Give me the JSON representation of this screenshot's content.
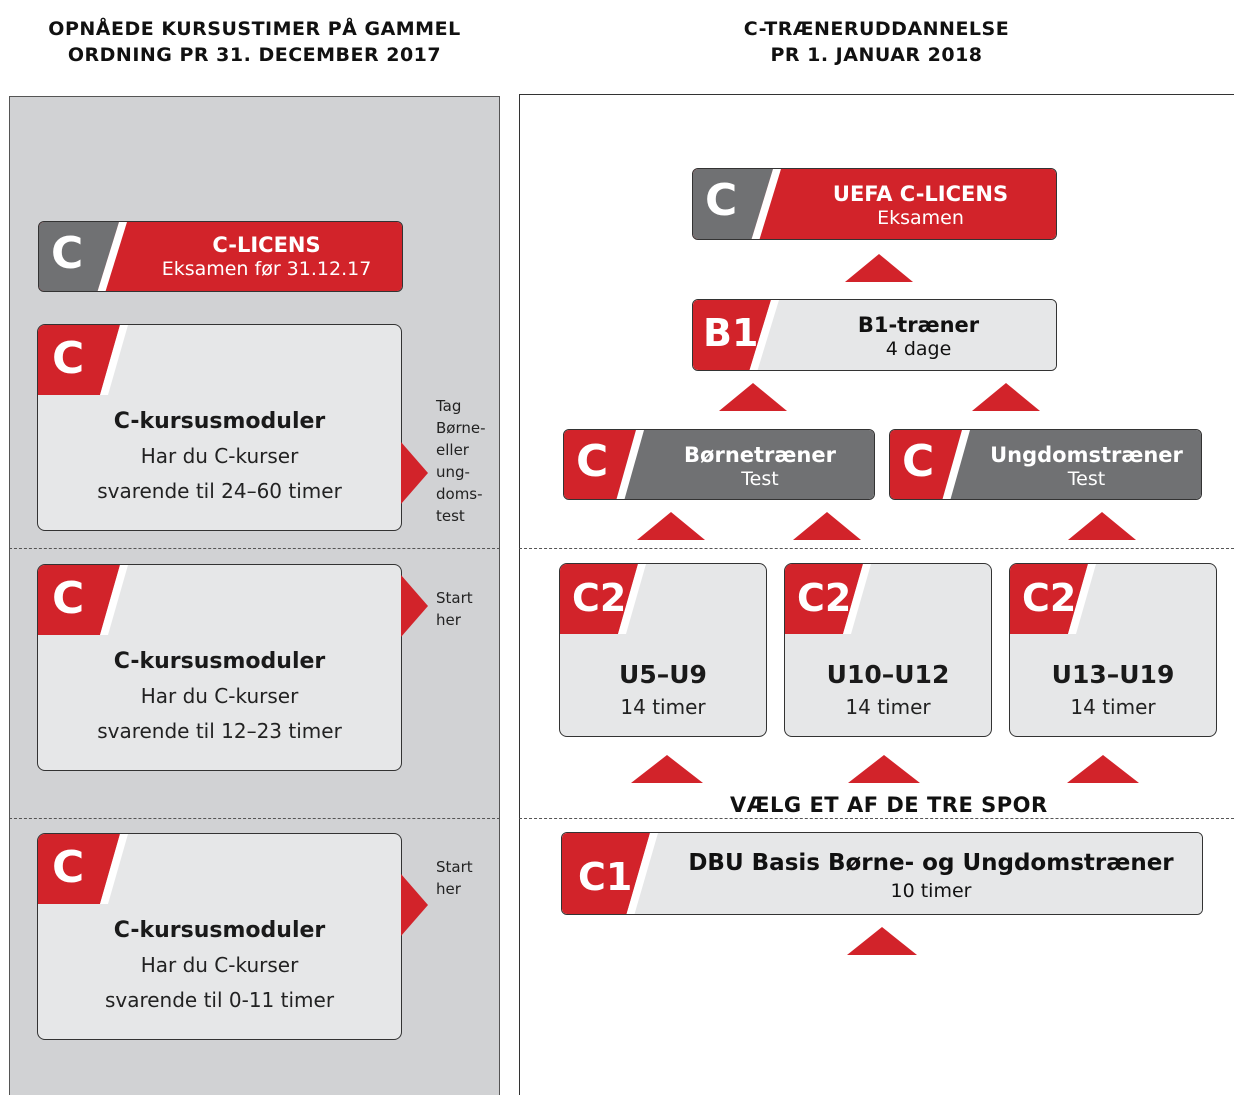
{
  "headings": {
    "left": [
      "OPNÅEDE KURSUSTIMER PÅ GAMMEL",
      "ORDNING PR 31. DECEMBER 2017"
    ],
    "right": [
      "C-TRÆNERUDDANNELSE",
      "PR 1. JANUAR 2018"
    ]
  },
  "left": {
    "license": {
      "badge": "C",
      "title": "C-LICENS",
      "subtitle": "Eksamen før 31.12.17"
    },
    "modules": [
      {
        "badge": "C",
        "title": "C-kursusmoduler",
        "line1": "Har du C-kurser",
        "line2": "svarende til 24–60 timer",
        "note": [
          "Tag",
          "Børne-",
          "eller",
          "ung-",
          "doms-",
          "test"
        ]
      },
      {
        "badge": "C",
        "title": "C-kursusmoduler",
        "line1": "Har du C-kurser",
        "line2": "svarende til 12–23 timer",
        "note": [
          "Start",
          "her"
        ]
      },
      {
        "badge": "C",
        "title": "C-kursusmoduler",
        "line1": "Har du C-kurser",
        "line2": "svarende til 0-11 timer",
        "note": [
          "Start",
          "her"
        ]
      }
    ]
  },
  "right": {
    "uefa": {
      "badge": "C",
      "title": "UEFA C-LICENS",
      "subtitle": "Eksamen"
    },
    "b1": {
      "badge": "B1",
      "title": "B1-træner",
      "subtitle": "4 dage"
    },
    "tests": [
      {
        "badge": "C",
        "title": "Børnetræner",
        "subtitle": "Test"
      },
      {
        "badge": "C",
        "title": "Ungdomstræner",
        "subtitle": "Test"
      }
    ],
    "c2": [
      {
        "badge": "C2",
        "title": "U5–U9",
        "subtitle": "14 timer"
      },
      {
        "badge": "C2",
        "title": "U10–U12",
        "subtitle": "14 timer"
      },
      {
        "badge": "C2",
        "title": "U13–U19",
        "subtitle": "14 timer"
      }
    ],
    "choose_label": "VÆLG ET AF DE TRE SPOR",
    "c1": {
      "badge": "C1",
      "title": "DBU Basis Børne- og Ungdomstræner",
      "subtitle": "10 timer"
    }
  },
  "colors": {
    "red": "#d2232a",
    "grey_dark": "#707173",
    "grey_light": "#e6e7e8",
    "panel": "#d1d2d4"
  }
}
